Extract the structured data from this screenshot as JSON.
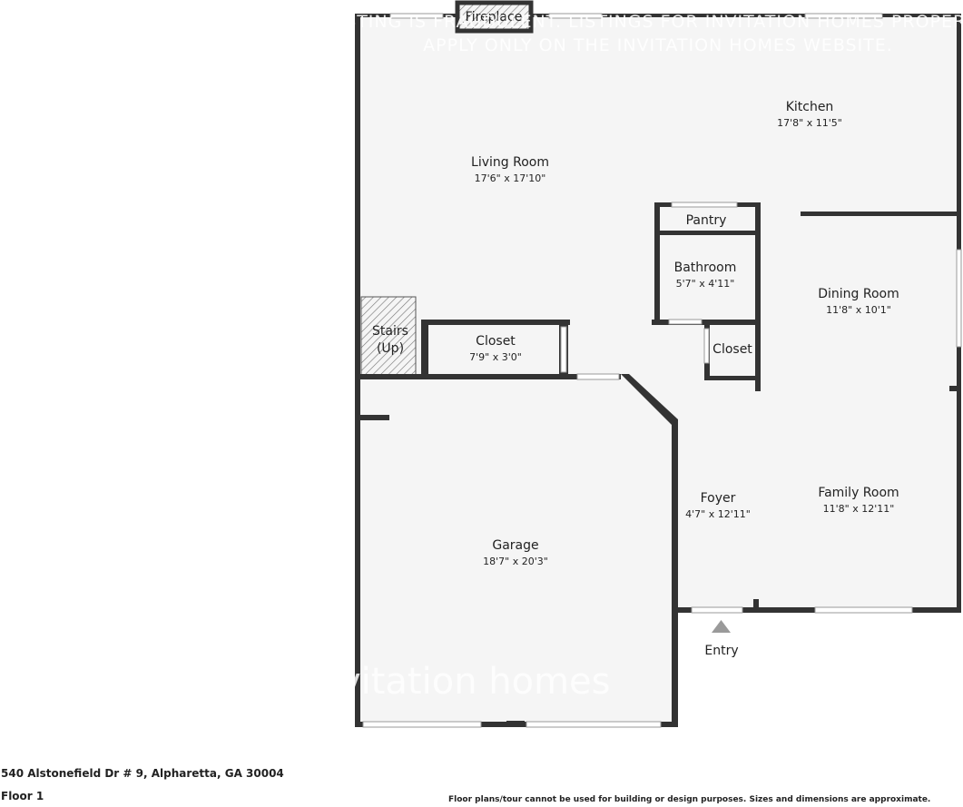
{
  "rooms": {
    "living": {
      "name": "Living Room",
      "dim": "17'6\" x 17'10\""
    },
    "kitchen": {
      "name": "Kitchen",
      "dim": "17'8\" x 11'5\""
    },
    "pantry": {
      "name": "Pantry"
    },
    "bathroom": {
      "name": "Bathroom",
      "dim": "5'7\" x 4'11\""
    },
    "dining": {
      "name": "Dining Room",
      "dim": "11'8\" x 10'1\""
    },
    "stairs": {
      "line1": "Stairs",
      "line2": "(Up)"
    },
    "closet1": {
      "name": "Closet",
      "dim": "7'9\" x 3'0\""
    },
    "closet2": {
      "name": "Closet"
    },
    "foyer": {
      "name": "Foyer",
      "dim": "4'7\" x 12'11\""
    },
    "family": {
      "name": "Family Room",
      "dim": "11'8\" x 12'11\""
    },
    "garage": {
      "name": "Garage",
      "dim": "18'7\" x 20'3\""
    }
  },
  "fireplace": "Fireplace",
  "entry": "Entry",
  "watermark": {
    "top_line1": "S LISTING IS FRAUDULENT. LISTINGS FOR INVITATION HOMES PROPERTIES",
    "top_line2": "APPLY ONLY ON THE INVITATION HOMES WEBSITE.",
    "logo": "invitation homes"
  },
  "footer": {
    "address": "540 Alstonefield Dr # 9, Alpharetta, GA 30004",
    "floor": "Floor 1",
    "note": "Floor plans/tour cannot be used for building or design purposes. Sizes and dimensions are approximate."
  },
  "colors": {
    "floor": "#f5f5f5",
    "wall": "#333333"
  }
}
